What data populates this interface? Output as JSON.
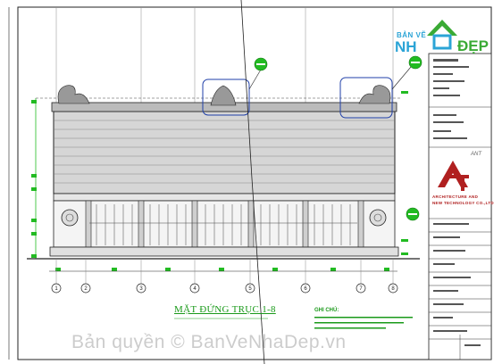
{
  "drawing": {
    "title": "MẶT ĐỨNG TRỤC 1-8",
    "notes_heading": "GHI CHÚ:",
    "axis_labels": [
      "1",
      "2",
      "3",
      "4",
      "5",
      "6",
      "7",
      "8"
    ]
  },
  "logo": {
    "top_text": "BẢN VẼ",
    "brand_left": "NH",
    "brand_right": "ĐẸP"
  },
  "title_block": {
    "ant_label": "ANT",
    "company_lines": [
      "ARCHITECTURE AND",
      "NEW TECHNOLOGY CO.,LTD"
    ]
  },
  "watermark": "Bản quyền © BanVeNhaDep.vn",
  "colors": {
    "frame": "#222222",
    "green_marker": "#22bb22",
    "callout_blue": "#1f3fa8",
    "grid_line": "#777777",
    "brand_blue": "#2ba4d6",
    "brand_green": "#3aaa35",
    "company_red": "#b02020"
  }
}
